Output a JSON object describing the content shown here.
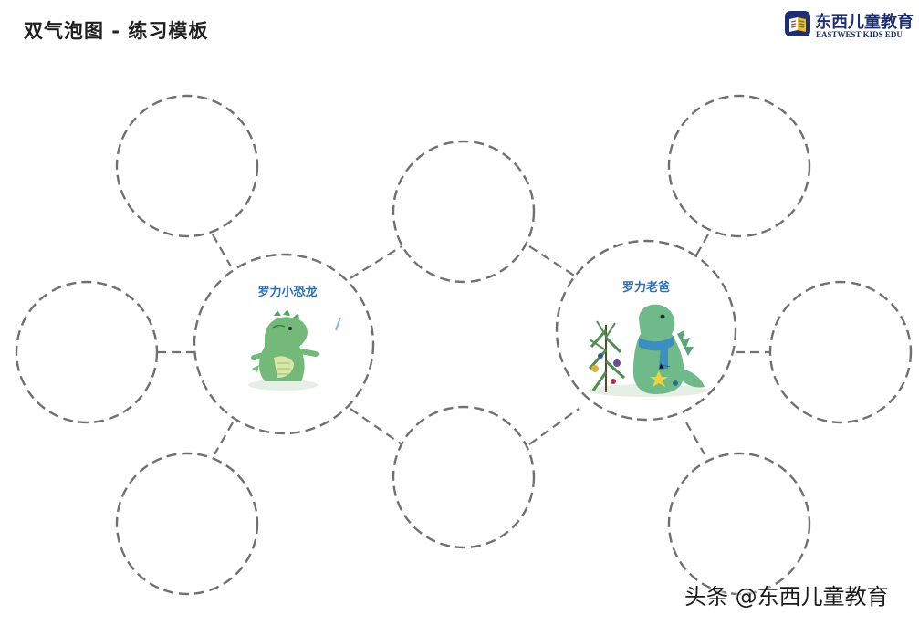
{
  "header": {
    "title": "双气泡图 - 练习模板",
    "brand_name": "东西儿童教育",
    "brand_subtitle": "EASTWEST KIDS EDU",
    "brand_color": "#1d2f6f"
  },
  "diagram": {
    "left_topic": "罗力小恐龙",
    "right_topic": "罗力老爸",
    "left_topic_icon": "small-dinosaur-illustration",
    "right_topic_icon": "dad-dinosaur-with-scarf-and-tree-illustration",
    "bubble_stroke_color": "#707070",
    "label_color": "#2d6fb8"
  },
  "watermark": {
    "text": "头条 @东西儿童教育"
  }
}
